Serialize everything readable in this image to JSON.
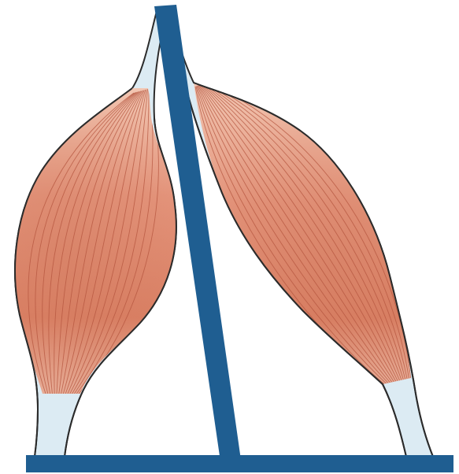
{
  "diagram": {
    "kind": "muscle-pair-illustration",
    "elements": [
      {
        "id": "left-muscle",
        "shape": "fusiform"
      },
      {
        "id": "right-muscle",
        "shape": "fusiform"
      },
      {
        "id": "diagonal-rod"
      },
      {
        "id": "base-bar"
      }
    ],
    "colors": {
      "muscle_light": "#F2C6B2",
      "muscle_mid": "#E3937A",
      "muscle_dark": "#D07A5E",
      "muscle_fiber": "#B4543D",
      "tendon": "#DCEBF3",
      "outline": "#2B2B2B",
      "rod": "#1F5E91",
      "base": "#1F5E91",
      "background": "#FFFFFF"
    }
  }
}
